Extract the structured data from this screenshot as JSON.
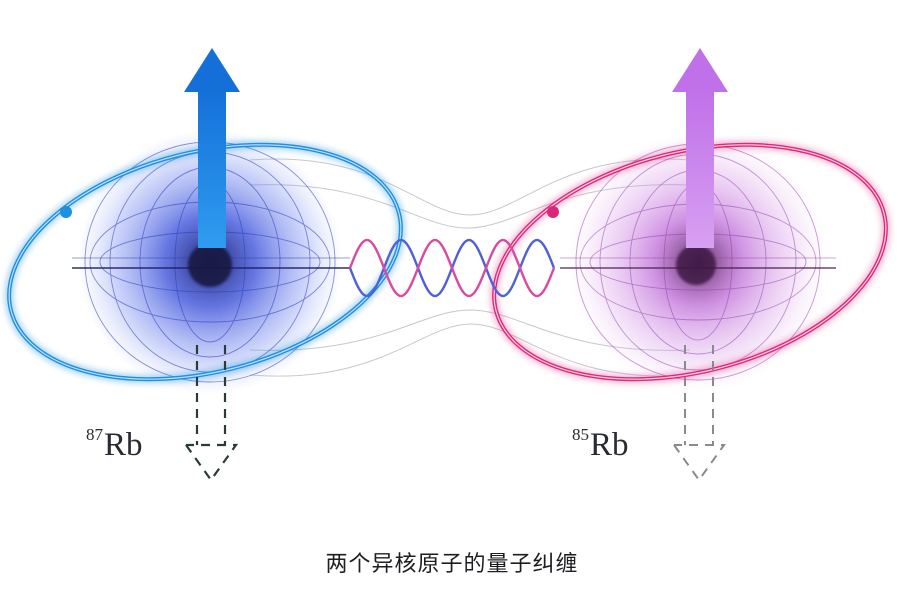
{
  "labels": {
    "atom_left": {
      "mass": "87",
      "symbol": "Rb"
    },
    "atom_right": {
      "mass": "85",
      "symbol": "Rb"
    }
  },
  "caption": "两个异核原子的量子纠缠",
  "colors": {
    "blue_atom": "#2f4fd8",
    "blue_arrow": "#1d7fe0",
    "blue_orbit": "#1f8fe0",
    "magenta_atom": "#b04ad0",
    "magenta_arrow": "#c47be6",
    "magenta_orbit": "#e0287a",
    "wave_blue": "#4f60d8",
    "wave_pink": "#d94aa0"
  }
}
